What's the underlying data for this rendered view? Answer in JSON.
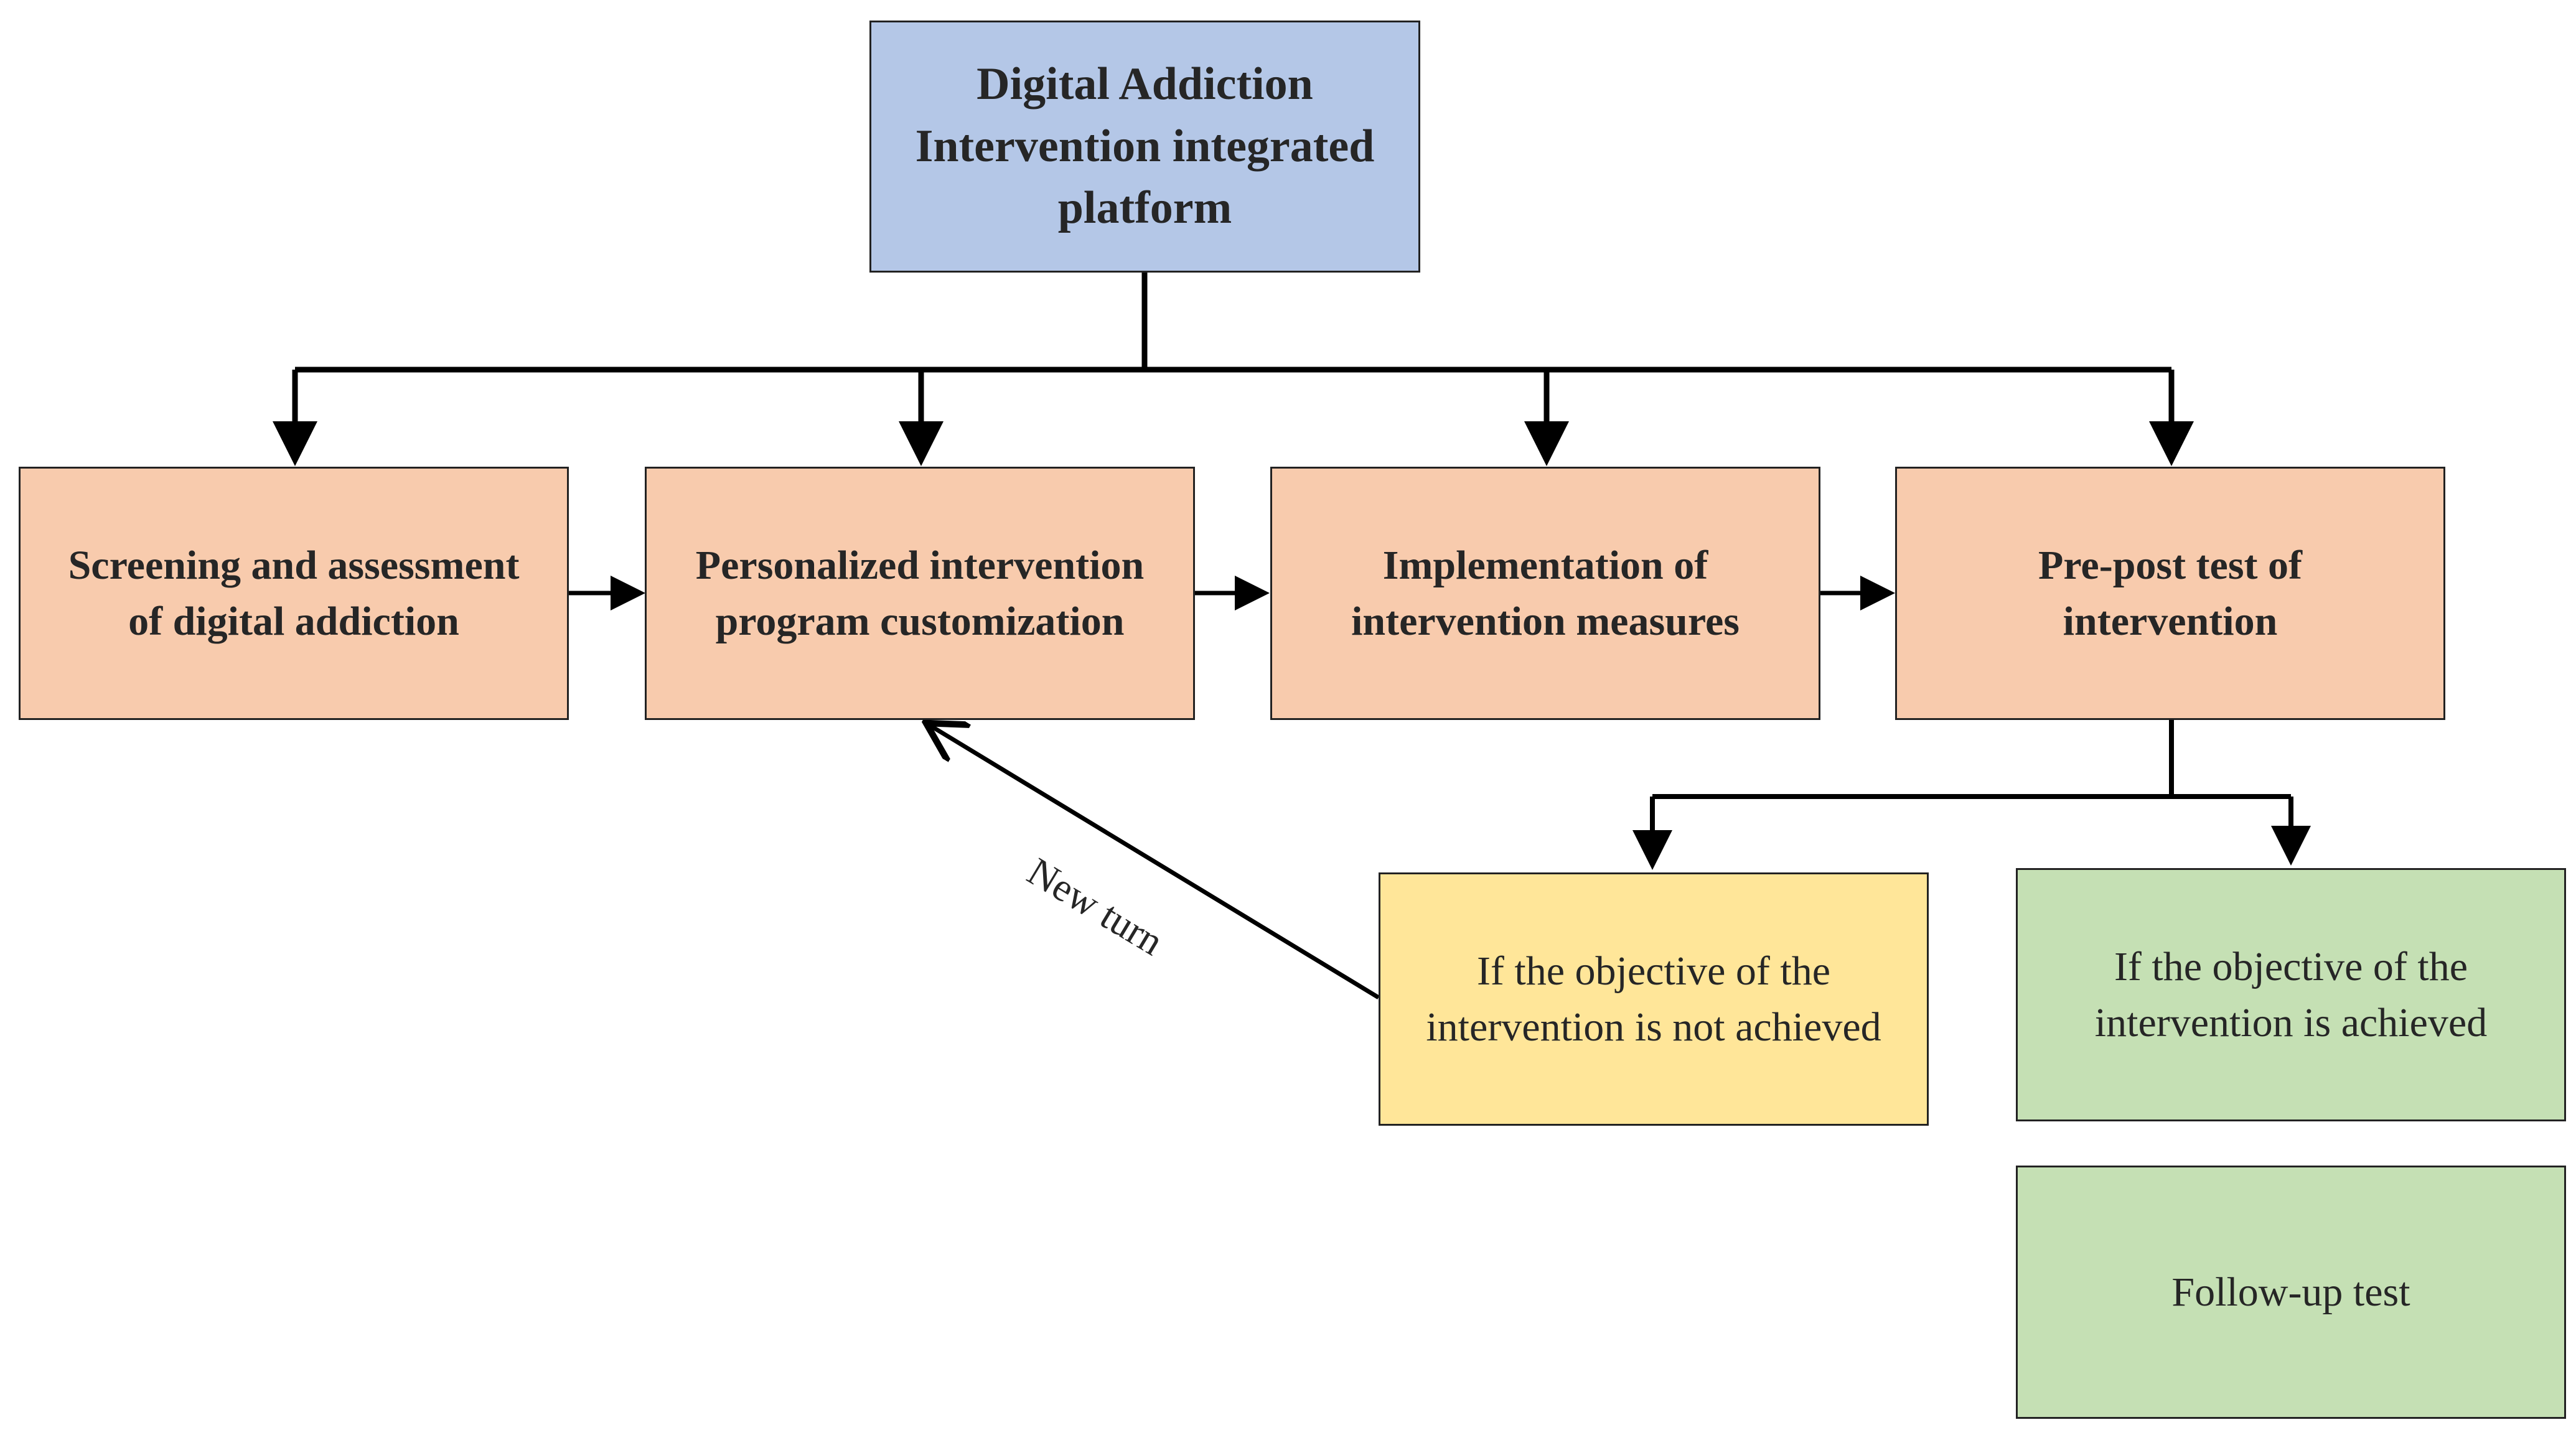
{
  "colors": {
    "root_fill": "#b4c7e7",
    "step_fill": "#f8cbad",
    "not_achieved_fill": "#ffe699",
    "achieved_fill": "#c5e0b4",
    "line": "#000000"
  },
  "root": {
    "label_lines": [
      "Digital Addiction",
      "Intervention integrated",
      "platform"
    ]
  },
  "steps": [
    {
      "label_lines": [
        "Screening and assessment",
        "of digital addiction"
      ]
    },
    {
      "label_lines": [
        "Personalized intervention",
        "program customization"
      ]
    },
    {
      "label_lines": [
        "Implementation of",
        "intervention measures"
      ]
    },
    {
      "label_lines": [
        "Pre-post test of",
        "intervention"
      ]
    }
  ],
  "outcomes": {
    "not_achieved": {
      "label_lines": [
        "If the objective of the",
        "intervention is not achieved"
      ]
    },
    "achieved": {
      "label_lines": [
        "If the objective of the",
        "intervention is achieved"
      ]
    },
    "follow_up": {
      "label": "Follow-up test"
    }
  },
  "loop_label": "New turn"
}
